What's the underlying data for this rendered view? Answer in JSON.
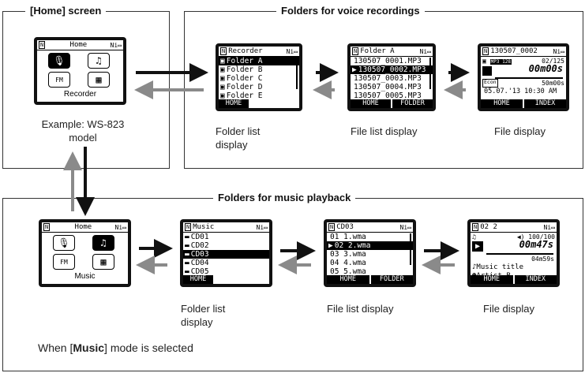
{
  "frames": {
    "home_title": "[Home] screen",
    "voice_title": "Folders for voice recordings",
    "music_title": "Folders for music playback"
  },
  "home_voice": {
    "header": "Home",
    "label": "Recorder",
    "caption_line1": "Example: WS-823",
    "caption_line2": "model"
  },
  "voice": {
    "folder_list": {
      "header": "Recorder",
      "items": [
        "Folder A",
        "Folder B",
        "Folder C",
        "Folder D",
        "Folder E"
      ],
      "item_keys": [
        "A",
        "B",
        "C",
        "D",
        "E"
      ],
      "selected": 0,
      "footer": "HOME",
      "caption_line1": "Folder list",
      "caption_line2": "display"
    },
    "file_list": {
      "header": "Folder A",
      "items": [
        "130507_0001.MP3",
        "130507_0002.MP3",
        "130507_0003.MP3",
        "130507_0004.MP3",
        "130507_0005.MP3"
      ],
      "selected": 1,
      "footer_left": "HOME",
      "footer_right": "FOLDER",
      "caption": "File list display"
    },
    "file": {
      "header": "130507_0002",
      "format": "MP3 128",
      "counter": "02/125",
      "time": "00m00s",
      "mode": "Econ",
      "length": "50m00s",
      "date": "05.07.'13 10:30 AM",
      "footer_left": "HOME",
      "footer_right": "INDEX",
      "caption": "File display"
    }
  },
  "home_music": {
    "header": "Home",
    "label": "Music",
    "caption": "When [Music] mode is selected",
    "caption_prefix": "When [",
    "caption_bold": "Music",
    "caption_suffix": "] mode is selected"
  },
  "music": {
    "folder_list": {
      "header": "Music",
      "items": [
        "CD01",
        "CD02",
        "CD03",
        "CD04",
        "CD05"
      ],
      "selected": 2,
      "footer": "HOME",
      "caption_line1": "Folder list",
      "caption_line2": "display"
    },
    "file_list": {
      "header": "CD03",
      "items": [
        "01 1.wma",
        "02 2.wma",
        "03 3.wma",
        "04 4.wma",
        "05 5.wma"
      ],
      "selected": 1,
      "footer_left": "HOME",
      "footer_right": "FOLDER",
      "caption": "File list display"
    },
    "file": {
      "header": "02 2",
      "volume": "100/100",
      "time": "00m47s",
      "length": "04m59s",
      "title": "Music title",
      "artist": "Artist B",
      "footer_left": "HOME",
      "footer_right": "INDEX",
      "caption": "File display"
    }
  },
  "battery_text": "Ni",
  "colors": {
    "dark_arrow": "#111111",
    "light_arrow": "#8a8a8a"
  }
}
